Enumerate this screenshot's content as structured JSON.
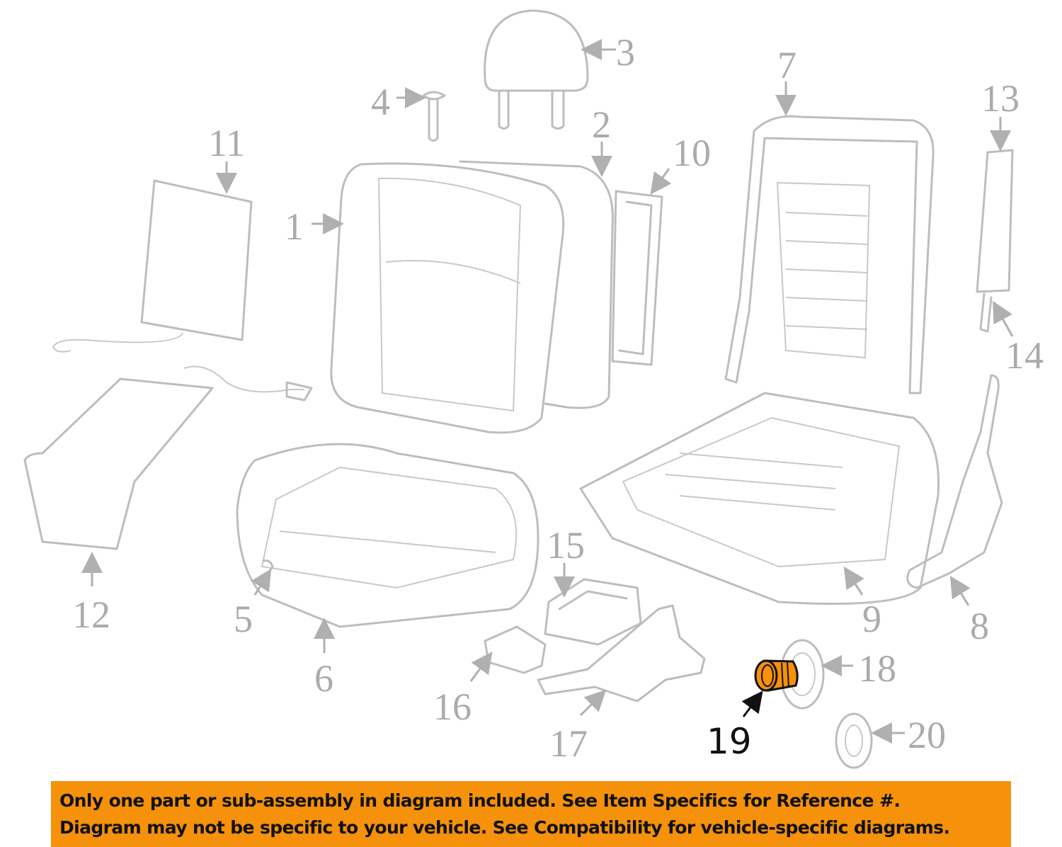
{
  "diagram": {
    "callouts": [
      "1",
      "2",
      "3",
      "4",
      "5",
      "6",
      "7",
      "8",
      "9",
      "10",
      "11",
      "12",
      "13",
      "14",
      "15",
      "16",
      "17",
      "18",
      "19",
      "20"
    ],
    "highlighted_callout": "19",
    "highlight_color": "#f5910a"
  },
  "banner": {
    "line1": "Only one part or sub-assembly in diagram included. See Item Specifics for Reference #.",
    "line2": "Diagram may not be specific to your vehicle. See Compatibility for vehicle-specific diagrams."
  }
}
